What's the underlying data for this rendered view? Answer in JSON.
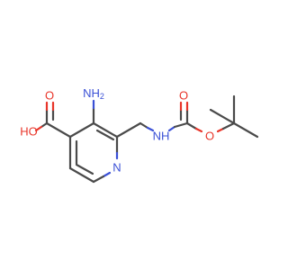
{
  "molecule": {
    "atoms": {
      "ho": "HO",
      "carbonyl_o_acid": "O",
      "nh2": "NH",
      "nh2_sub": "2",
      "ring_n": "N",
      "nh": "NH",
      "carbonyl_o_boc": "O",
      "ester_o": "O"
    },
    "colors": {
      "bond": "#4a4a4a",
      "oxygen": "#e8352a",
      "nitrogen": "#3a50d6"
    }
  }
}
